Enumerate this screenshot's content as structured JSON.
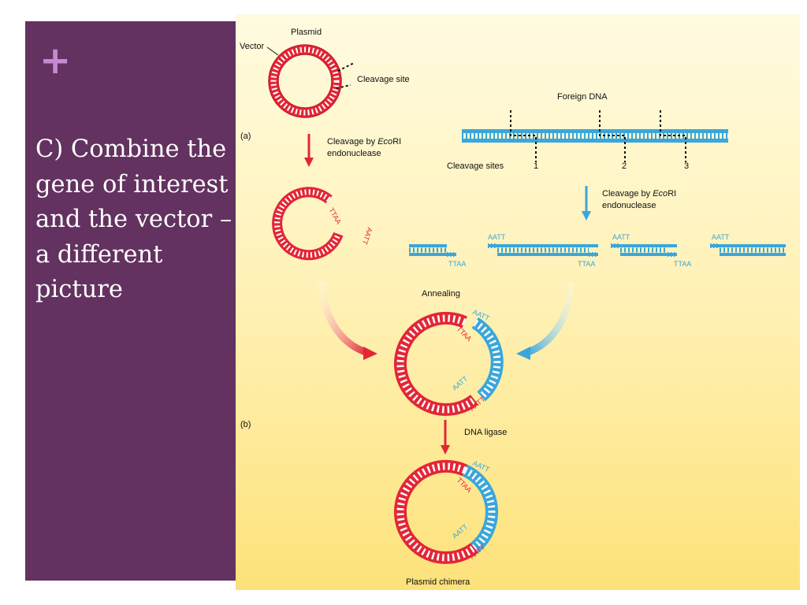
{
  "slide": {
    "bullet_symbol": "+",
    "text": "C) Combine the gene of interest and the vector – a different picture"
  },
  "diagram": {
    "labels": {
      "plasmid": "Plasmid",
      "vector": "Vector",
      "cleavage_site": "Cleavage site",
      "panel_a": "(a)",
      "panel_b": "(b)",
      "cleavage_left_line1": "Cleavage by ",
      "cleavage_enzyme": "Eco",
      "cleavage_enzyme_suffix": "RI",
      "cleavage_left_line2": "endonuclease",
      "foreign_dna": "Foreign DNA",
      "cleavage_sites": "Cleavage sites",
      "site_1": "1",
      "site_2": "2",
      "site_3": "3",
      "annealing": "Annealing",
      "dna_ligase": "DNA ligase",
      "plasmid_chimera": "Plasmid chimera"
    },
    "sticky_ends": {
      "top_overhang": "AATT",
      "bottom_overhang": "TTAA",
      "seq_red_top": "TTAA",
      "seq_red_bottom": "AATT",
      "seq_blue_top": "AATT",
      "seq_blue_bottom": "AATT"
    },
    "colors": {
      "plasmid_red": "#e32636",
      "foreign_blue": "#3aa6dc",
      "background_top": "#fffbe0",
      "background_bottom": "#fde27a",
      "sidebar": "#633260",
      "plus": "#c58ad2"
    }
  }
}
